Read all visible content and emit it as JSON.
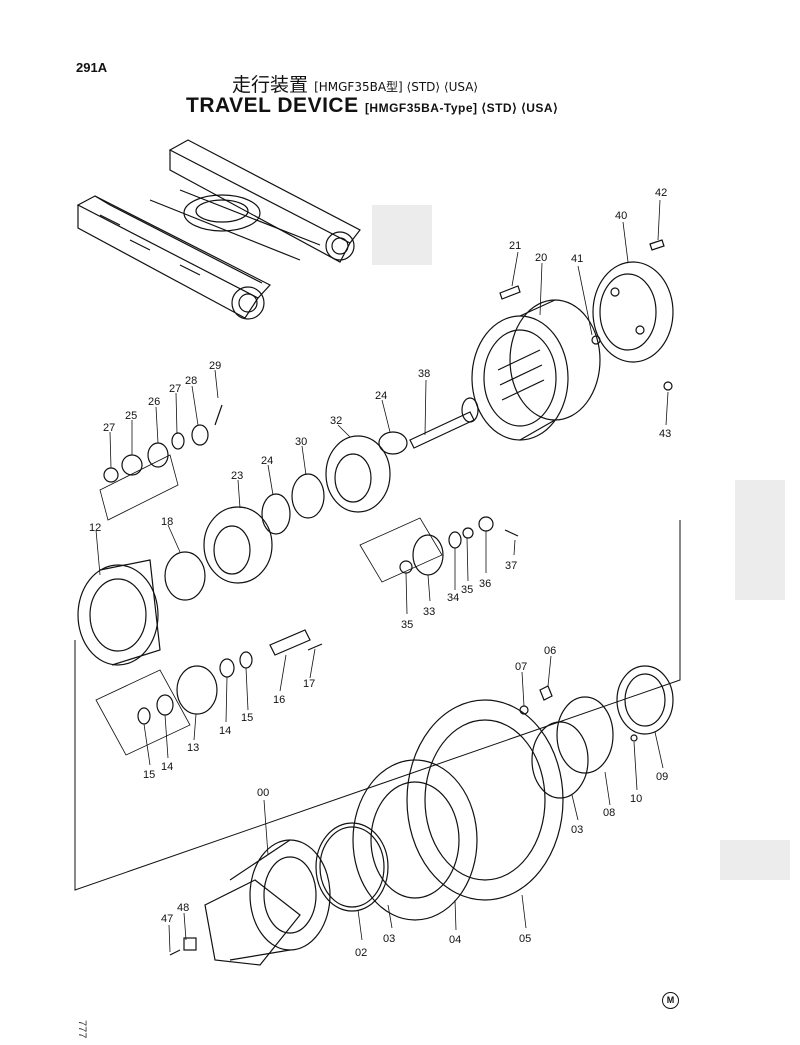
{
  "page_id": "291A",
  "title": {
    "jp_main": "走行装置",
    "jp_sub": "[HMGF35BA型] ⟨STD⟩ ⟨USA⟩",
    "en_main": "TRAVEL DEVICE",
    "en_sub": "[HMGF35BA-Type] ⟨STD⟩ ⟨USA⟩"
  },
  "corner_mark": "M",
  "side_note": "777",
  "callouts": [
    {
      "key": "42",
      "text": "42"
    },
    {
      "key": "40",
      "text": "40"
    },
    {
      "key": "21",
      "text": "21"
    },
    {
      "key": "20",
      "text": "20"
    },
    {
      "key": "41",
      "text": "41"
    },
    {
      "key": "43",
      "text": "43"
    },
    {
      "key": "29",
      "text": "29"
    },
    {
      "key": "38",
      "text": "38"
    },
    {
      "key": "28",
      "text": "28"
    },
    {
      "key": "27a",
      "text": "27"
    },
    {
      "key": "26",
      "text": "26"
    },
    {
      "key": "25",
      "text": "25"
    },
    {
      "key": "27b",
      "text": "27"
    },
    {
      "key": "24a",
      "text": "24"
    },
    {
      "key": "32",
      "text": "32"
    },
    {
      "key": "30",
      "text": "30"
    },
    {
      "key": "24b",
      "text": "24"
    },
    {
      "key": "23",
      "text": "23"
    },
    {
      "key": "12",
      "text": "12"
    },
    {
      "key": "18",
      "text": "18"
    },
    {
      "key": "37",
      "text": "37"
    },
    {
      "key": "36",
      "text": "36"
    },
    {
      "key": "35a",
      "text": "35"
    },
    {
      "key": "34",
      "text": "34"
    },
    {
      "key": "33",
      "text": "33"
    },
    {
      "key": "35b",
      "text": "35"
    },
    {
      "key": "17",
      "text": "17"
    },
    {
      "key": "16",
      "text": "16"
    },
    {
      "key": "15a",
      "text": "15"
    },
    {
      "key": "14a",
      "text": "14"
    },
    {
      "key": "13",
      "text": "13"
    },
    {
      "key": "14b",
      "text": "14"
    },
    {
      "key": "15b",
      "text": "15"
    },
    {
      "key": "07",
      "text": "07"
    },
    {
      "key": "06",
      "text": "06"
    },
    {
      "key": "09",
      "text": "09"
    },
    {
      "key": "10",
      "text": "10"
    },
    {
      "key": "08",
      "text": "08"
    },
    {
      "key": "03a",
      "text": "03"
    },
    {
      "key": "00",
      "text": "00"
    },
    {
      "key": "05",
      "text": "05"
    },
    {
      "key": "04",
      "text": "04"
    },
    {
      "key": "03b",
      "text": "03"
    },
    {
      "key": "02",
      "text": "02"
    },
    {
      "key": "47",
      "text": "47"
    },
    {
      "key": "48",
      "text": "48"
    }
  ]
}
